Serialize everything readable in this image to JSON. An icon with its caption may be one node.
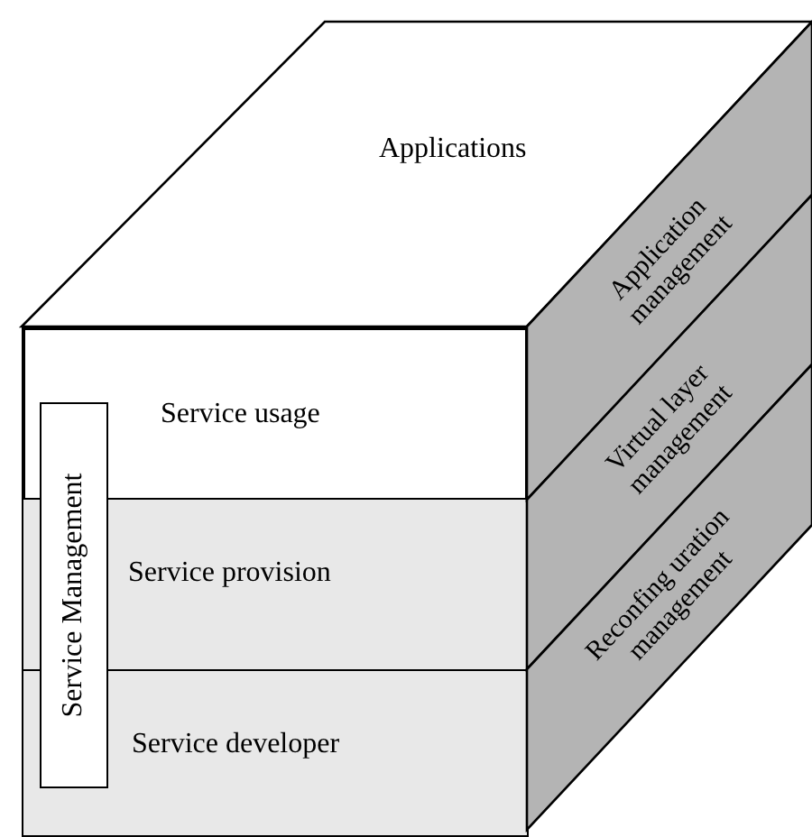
{
  "diagram": {
    "nodes": [
      {
        "text": [
          "Applications"
        ]
      },
      {
        "text": [
          "Service usage"
        ]
      },
      {
        "text": [
          "Service provision"
        ]
      },
      {
        "text": [
          "Service developer"
        ]
      },
      {
        "text": [
          "Service Management"
        ]
      },
      {
        "text": [
          "Application management"
        ]
      },
      {
        "text": [
          "Virtual layer management"
        ]
      },
      {
        "text": [
          "Reconfing uration management"
        ]
      }
    ]
  }
}
